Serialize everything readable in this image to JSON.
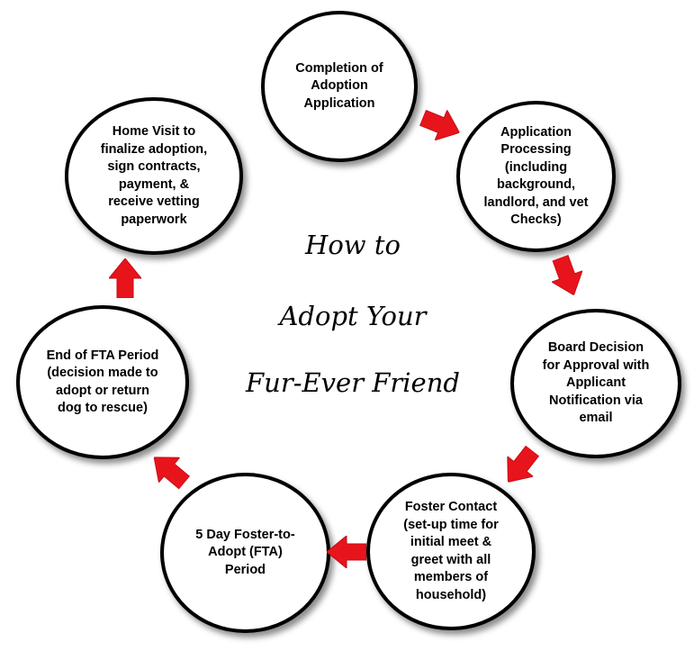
{
  "title": {
    "line1": "How to",
    "line2": "Adopt Your",
    "line3": "Fur-Ever Friend"
  },
  "steps": [
    {
      "text": "Completion of\nAdoption\nApplication"
    },
    {
      "text": "Application\nProcessing\n(including\nbackground,\nlandlord, and vet\nChecks)"
    },
    {
      "text": "Board Decision\nfor Approval with\nApplicant\nNotification via\nemail"
    },
    {
      "text": "Foster Contact\n(set-up time for\ninitial meet &\ngreet with all\nmembers of\nhousehold)"
    },
    {
      "text": "5 Day Foster-to-\nAdopt (FTA)\nPeriod"
    },
    {
      "text": "End of FTA Period\n(decision made to\nadopt or return\ndog to rescue)"
    },
    {
      "text": "Home Visit to\nfinalize adoption,\nsign contracts,\npayment, &\nreceive vetting\npaperwork"
    }
  ],
  "colors": {
    "arrow": "#e8141c",
    "circle_border": "#000000",
    "background": "#ffffff"
  },
  "icons": {
    "connector": "right-arrow-icon"
  }
}
